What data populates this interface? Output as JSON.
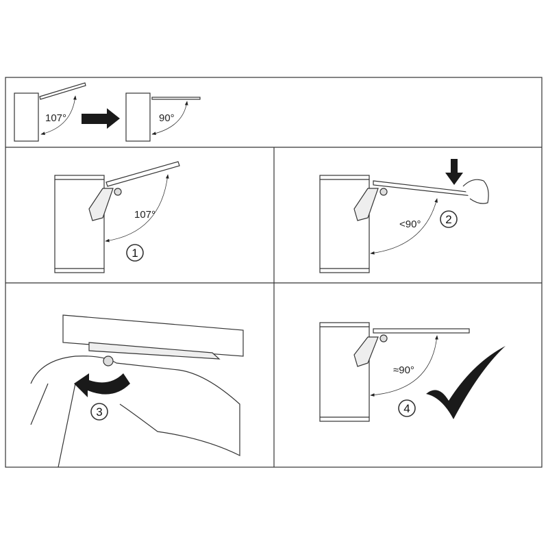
{
  "top": {
    "angle_before": "107°",
    "angle_after": "90°"
  },
  "steps": [
    {
      "number": "1",
      "angle": "107°"
    },
    {
      "number": "2",
      "angle": "<90°"
    },
    {
      "number": "3"
    },
    {
      "number": "4",
      "angle": "≈90°"
    }
  ],
  "colors": {
    "line": "#333333",
    "fill": "#1a1a1a"
  }
}
